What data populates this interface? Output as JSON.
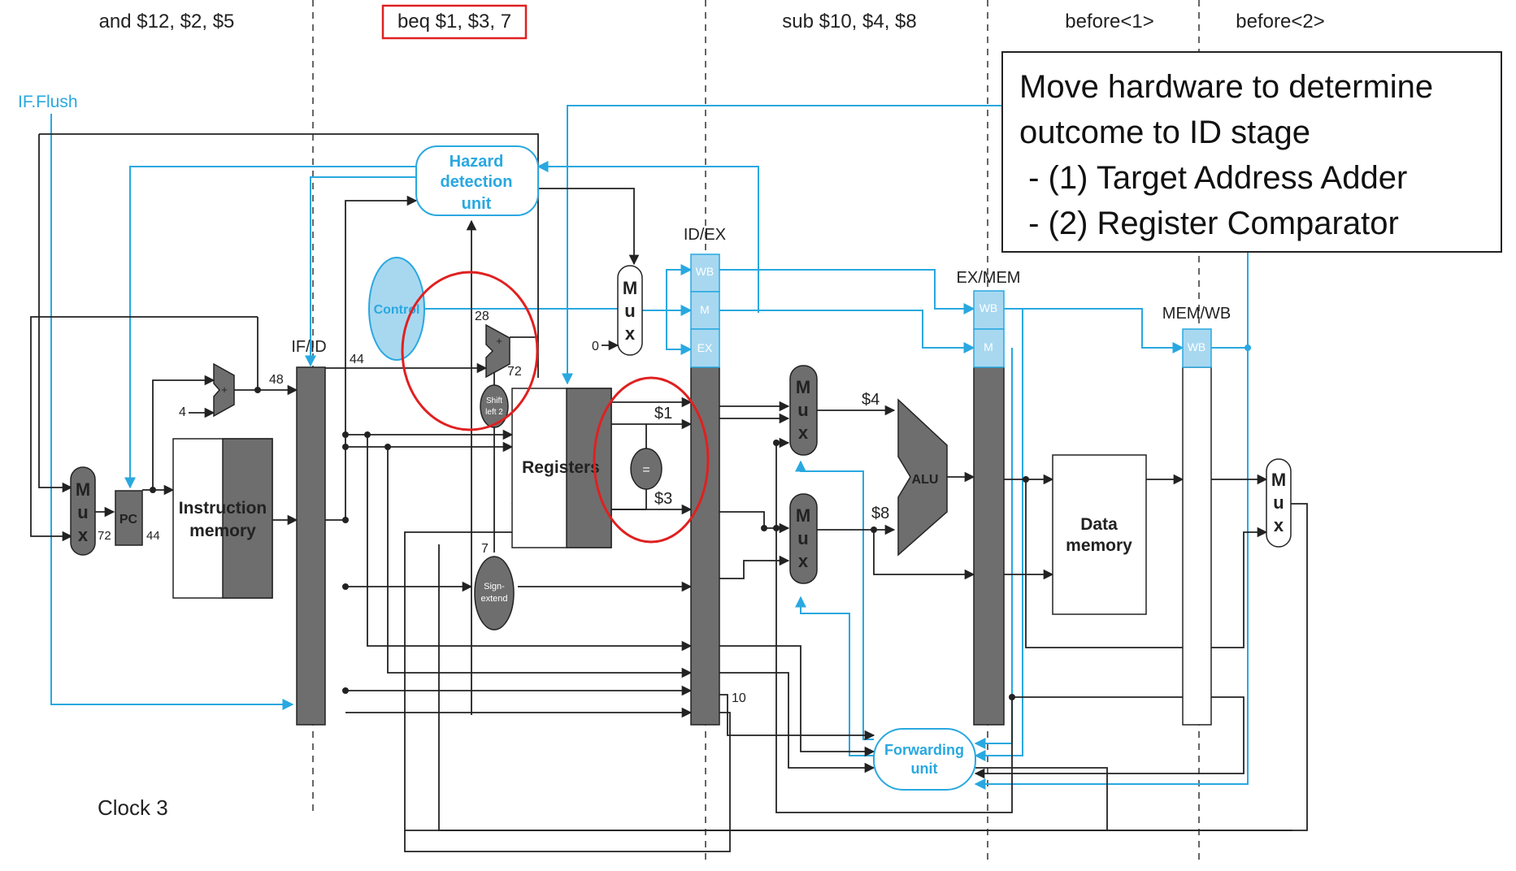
{
  "stage_labels": {
    "if": "and $12, $2, $5",
    "id": "beq $1, $3, 7",
    "ex": "sub $10, $4, $8",
    "mem": "before<1>",
    "wb": "before<2>"
  },
  "clock_label": "Clock 3",
  "if_flush_label": "IF.Flush",
  "callout": {
    "title_line1": "Move hardware to determine",
    "title_line2": "outcome to ID stage",
    "item1": " - (1) Target Address Adder",
    "item2": " - (2) Register Comparator"
  },
  "units": {
    "hazard": [
      "Hazard",
      "detection",
      "unit"
    ],
    "control": "Control",
    "registers": "Registers",
    "instruction_memory": [
      "Instruction",
      "memory"
    ],
    "data_memory": [
      "Data",
      "memory"
    ],
    "forwarding": [
      "Forwarding",
      "unit"
    ],
    "alu": "ALU",
    "pc": "PC",
    "sign_extend": [
      "Sign-",
      "extend"
    ],
    "shift_left": [
      "Shift",
      "left 2"
    ],
    "equals": "=",
    "mux": [
      "M",
      "u",
      "x"
    ]
  },
  "pipeline_registers": {
    "ifid": "IF/ID",
    "idex": "ID/EX",
    "exmem": "EX/MEM",
    "memwb": "MEM/WB",
    "wb": "WB",
    "m": "M",
    "ex": "EX"
  },
  "values": {
    "v48": "48",
    "v44a": "44",
    "v44b": "44",
    "v72a": "72",
    "v72b": "72",
    "v28": "28",
    "v7": "7",
    "v4": "4",
    "v0": "0",
    "v10": "10",
    "r1": "$1",
    "r3": "$3",
    "r4": "$4",
    "r8": "$8"
  },
  "colors": {
    "blue_line": "#29a8e0",
    "unit_fill": "#a8d8f0",
    "unit_text": "#29a8e0",
    "gray_block": "#6e6e6e",
    "highlight_red": "#e02020"
  }
}
